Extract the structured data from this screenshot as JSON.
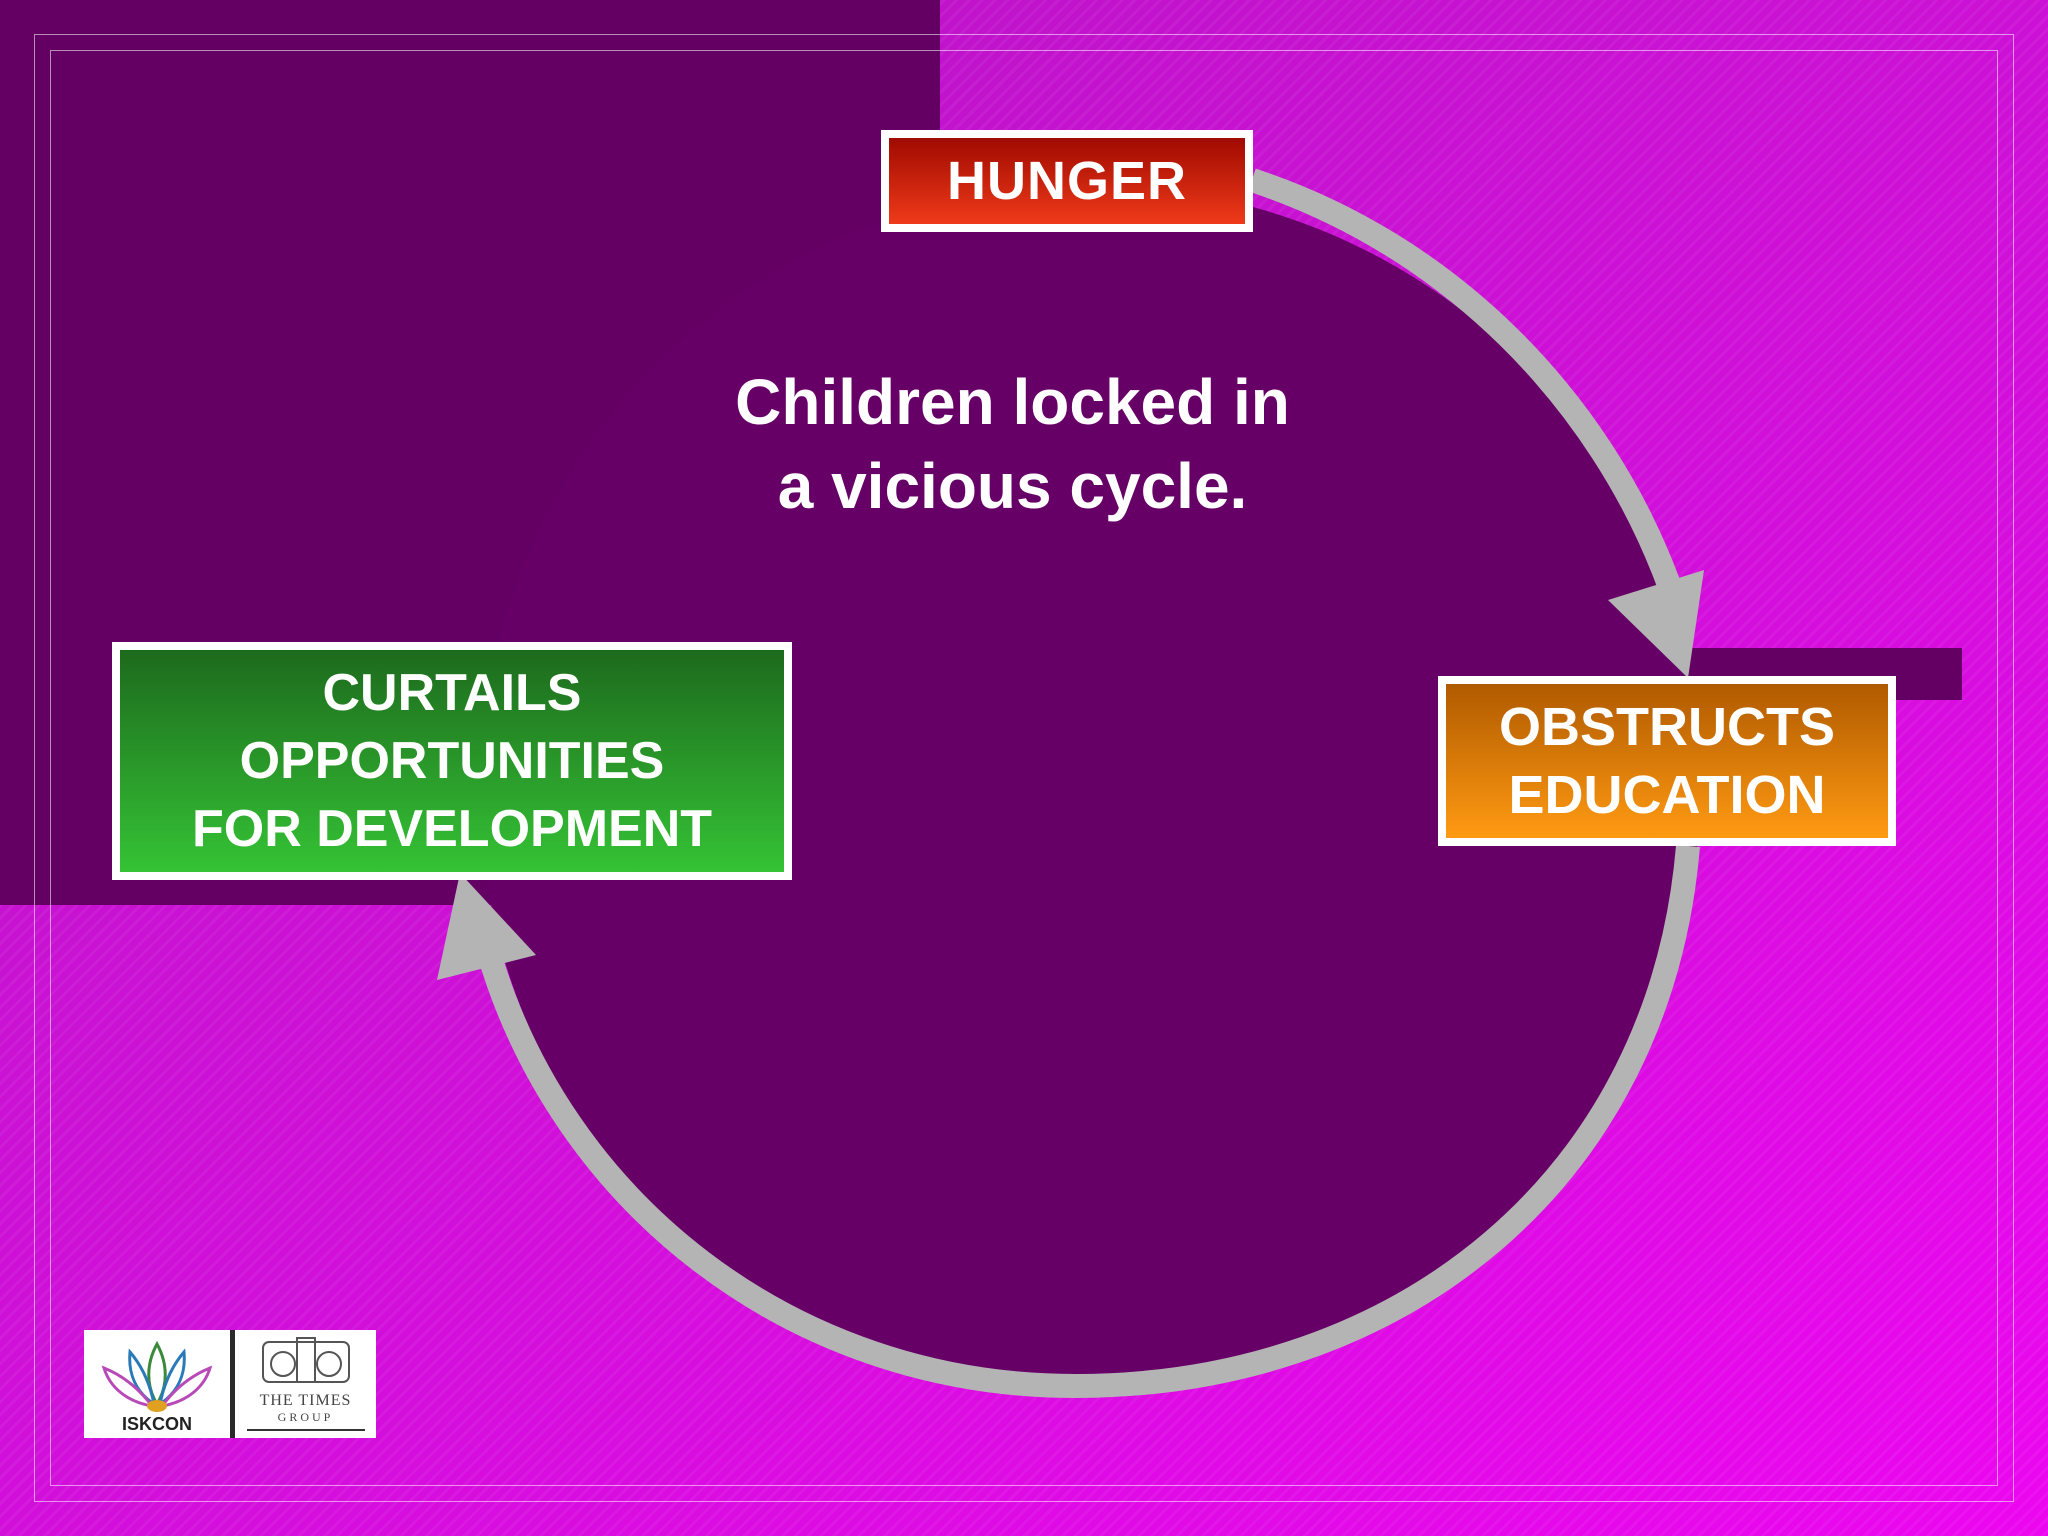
{
  "colors": {
    "background_magenta": "#d010d8",
    "dark_purple": "#640064",
    "circle_purple": "#660066",
    "arrow_gray": "#b4b4b4",
    "hunger_red": "#e0301a",
    "education_orange": "#e07a08",
    "development_green": "#2aa02a",
    "text_white": "#ffffff"
  },
  "diagram": {
    "center_text_line1": "Children locked in",
    "center_text_line2": "a vicious cycle.",
    "nodes": {
      "hunger": "HUNGER",
      "education_line1": "OBSTRUCTS",
      "education_line2": "EDUCATION",
      "development_line1": "CURTAILS",
      "development_line2": "OPPORTUNITIES",
      "development_line3": "FOR DEVELOPMENT"
    },
    "edges": [
      {
        "from": "HUNGER",
        "to": "OBSTRUCTS EDUCATION"
      },
      {
        "from": "OBSTRUCTS EDUCATION",
        "to": "CURTAILS OPPORTUNITIES FOR DEVELOPMENT"
      }
    ]
  },
  "logos": {
    "iskcon_text": "ISKCON",
    "times_line1": "THE TIMES",
    "times_line2": "GROUP"
  }
}
